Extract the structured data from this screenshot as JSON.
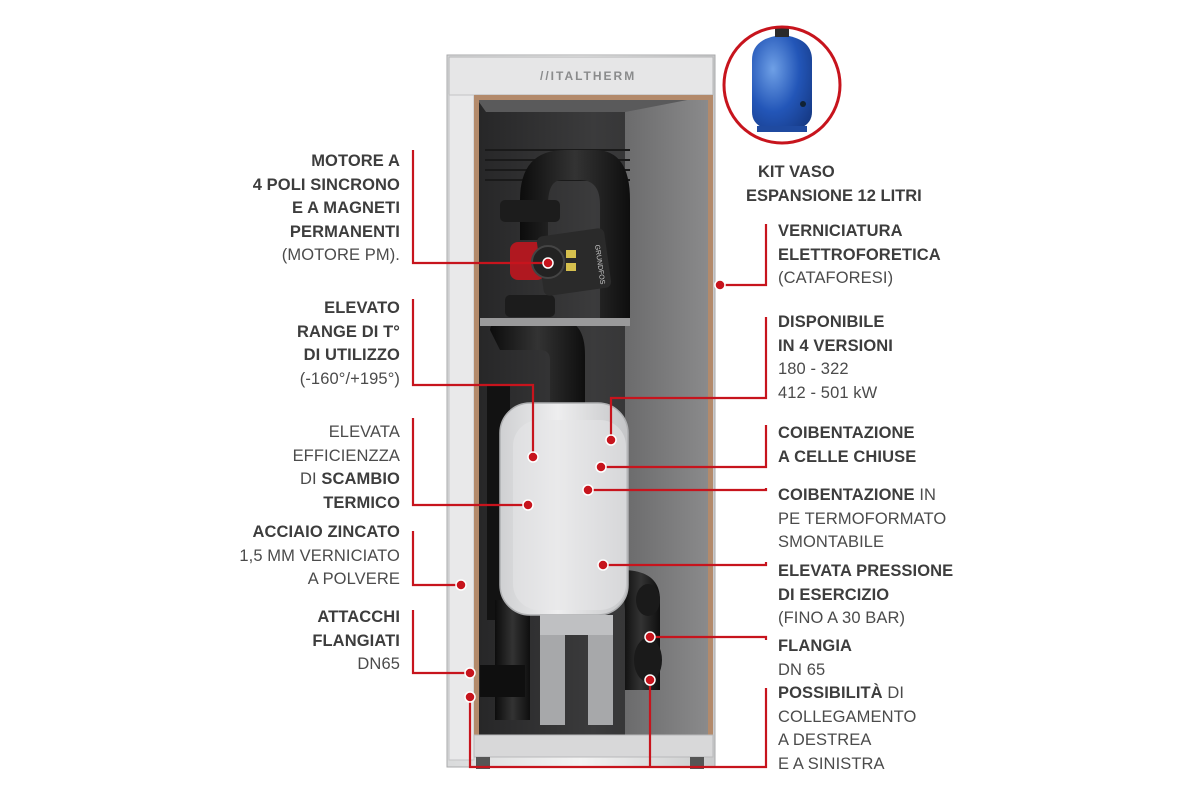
{
  "brand": {
    "logo_text": "ITALTHERM",
    "pump_text": "GRUNDFOS"
  },
  "colors": {
    "callout_red": "#c7141d",
    "text_dark": "#3d3d3d",
    "text_light": "#4b4b4b"
  },
  "kit": {
    "line1": "KIT VASO",
    "line2": "ESPANSIONE 12 LITRI"
  },
  "left_labels": {
    "motor": {
      "l1": "MOTORE A",
      "l2": "4 POLI SINCRONO",
      "l3": "E A MAGNETI",
      "l4": "PERMANENTI",
      "l5": "(MOTORE PM)."
    },
    "range": {
      "l1": "ELEVATO",
      "l2": "RANGE DI T°",
      "l3": "DI UTILIZZO",
      "l4": "(-160°/+195°)"
    },
    "efficiency": {
      "l1": "ELEVATA",
      "l2": "EFFICIENZZA",
      "l3a": "DI ",
      "l3b": "SCAMBIO",
      "l4": "TERMICO"
    },
    "steel": {
      "l1": "ACCIAIO ZINCATO",
      "l2": "1,5 MM VERNICIATO",
      "l3": "A POLVERE"
    },
    "flanges": {
      "l1": "ATTACCHI",
      "l2": "FLANGIATI",
      "l3": "DN65"
    }
  },
  "right_labels": {
    "paint": {
      "l1": "VERNICIATURA",
      "l2": "ELETTROFORETICA",
      "l3": "(CATAFORESI)"
    },
    "versions": {
      "l1": "DISPONIBILE",
      "l2": "IN 4 VERSIONI",
      "l3": "180 - 322",
      "l4": "412 - 501 kW"
    },
    "closed_cell": {
      "l1": "COIBENTAZIONE",
      "l2": "A CELLE CHIUSE"
    },
    "pe": {
      "l1a": "COIBENTAZIONE",
      "l1b": " IN",
      "l2": "PE TERMOFORMATO",
      "l3": "SMONTABILE"
    },
    "pressure": {
      "l1": "ELEVATA PRESSIONE",
      "l2": "DI ESERCIZIO",
      "l3": "(FINO A 30 BAR)"
    },
    "flangia": {
      "l1": "FLANGIA",
      "l2": "DN 65"
    },
    "connection": {
      "l1a": "POSSIBILITÀ",
      "l1b": " DI",
      "l2": "COLLEGAMENTO",
      "l3": "A DESTREA",
      "l4": "E A SINISTRA"
    }
  }
}
